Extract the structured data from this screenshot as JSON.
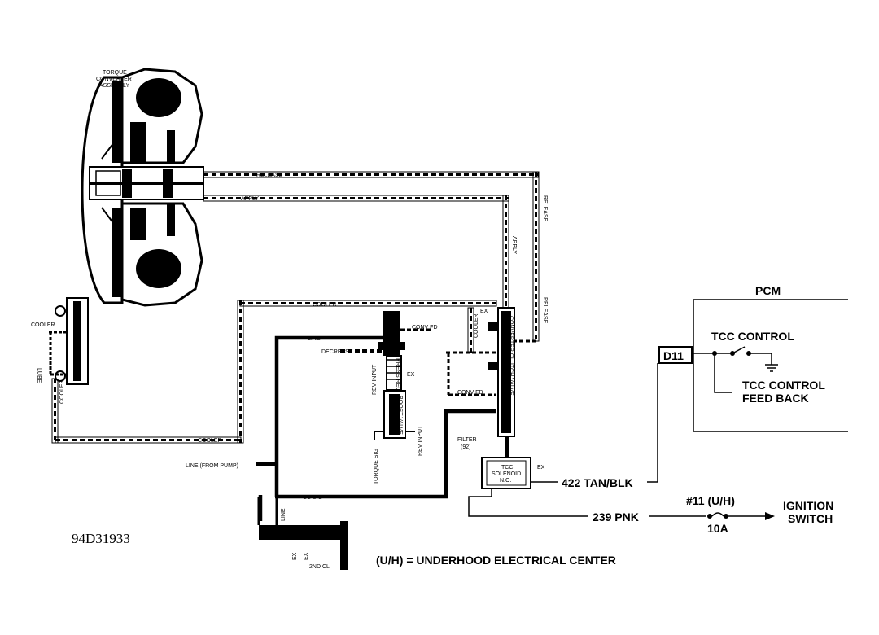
{
  "converter": {
    "title_line1": "TORQUE",
    "title_line2": "CONVERTER",
    "title_line3": "ASSEMBLY"
  },
  "hydraulic": {
    "release": "RELEASE",
    "apply": "APPLY",
    "release_vertical": "RELEASE",
    "apply_vertical": "APPLY",
    "release_lower": "RELEASE",
    "cooler_top": "COOLER",
    "cooler_left": "COOLER",
    "cooler_bottom": "COOLER",
    "cooler_valve": "COOLER",
    "cooler_lube": "COOLER",
    "lube": "LUBE",
    "line": "LINE",
    "decrease": "DECREASE",
    "conv_fd_top": "CONV FD",
    "conv_fd_bottom": "CONV FD",
    "ex_top": "EX",
    "ex_mid": "EX",
    "ex_solenoid": "EX",
    "ex_left": "EX",
    "ex_right": "EX",
    "rev_input_left": "REV INPUT",
    "rev_input_right": "REV INPUT",
    "torque_sig": "TORQUE SIG",
    "filter": "FILTER",
    "filter_num": "(92)",
    "line_from_pump": "LINE (FROM PUMP)",
    "cc_sig": "CC SIG",
    "line_vertical": "LINE",
    "signal_valve": "CONV CL SIGNAL VALVE",
    "second_cl": "2ND CL",
    "press_reg": "PRESS REG",
    "boost_valve": "BOOST VALVE",
    "cutoff_valve": "CONVERTER CLUTCH VALVE",
    "solenoid_line1": "TCC",
    "solenoid_line2": "SOLENOID",
    "solenoid_line3": "N.O."
  },
  "electrical": {
    "pcm": "PCM",
    "tcc_control": "TCC CONTROL",
    "feedback_line1": "TCC CONTROL",
    "feedback_line2": "FEED BACK",
    "connector": "D11",
    "wire_422": "422 TAN/BLK",
    "wire_239": "239 PNK",
    "fuse": "#11 (U/H)",
    "fuse_amp": "10A",
    "ignition_line1": "IGNITION",
    "ignition_line2": "SWITCH",
    "legend": "(U/H) = UNDERHOOD ELECTRICAL CENTER"
  },
  "figure_id": "94D31933"
}
